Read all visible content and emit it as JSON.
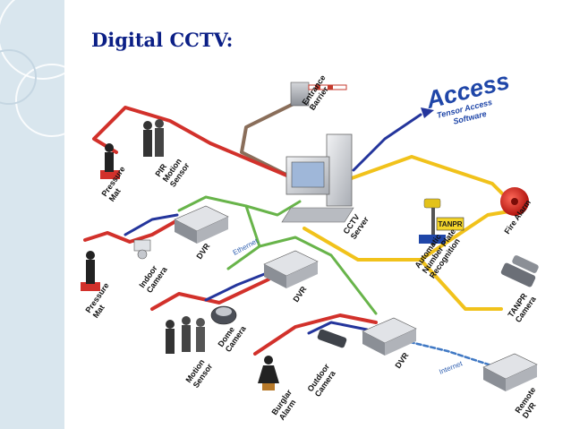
{
  "slide": {
    "title": "Digital CCTV:"
  },
  "access_brand": {
    "main": "Access",
    "sub_line1": "Tensor Access",
    "sub_line2": "Software"
  },
  "labels": {
    "entrance_barrier": [
      "Entrance",
      "Barrier"
    ],
    "pressure_mat_top": [
      "Pressure",
      "Mat"
    ],
    "pir_motion_sensor": [
      "PIR",
      "Motion",
      "Sensor"
    ],
    "cctv_server": [
      "CCTV",
      "Server"
    ],
    "fire_alarm": [
      "Fire Alarm"
    ],
    "anpr": [
      "Automatic",
      "Number Plate",
      "Recognition"
    ],
    "anpr_sign": "TANPR",
    "dvr_top": [
      "DVR"
    ],
    "indoor_camera": [
      "Indoor",
      "Camera"
    ],
    "pressure_mat_left": [
      "Pressure",
      "Mat"
    ],
    "dvr_middle": [
      "DVR"
    ],
    "dome_camera": [
      "Dome",
      "Camera"
    ],
    "motion_sensor": [
      "Motion",
      "Sensor"
    ],
    "anpr_camera": [
      "TANPR",
      "Camera"
    ],
    "dvr_bottom": [
      "DVR"
    ],
    "outdoor_camera": [
      "Outdoor",
      "Camera"
    ],
    "burglar_alarm": [
      "Burglar",
      "Alarm"
    ],
    "remote_dvr": [
      "Remote",
      "DVR"
    ],
    "ethernet": "Ethernet",
    "internet": "Internet"
  },
  "colors": {
    "title": "#0b1f86",
    "access_brand": "#1f46a8",
    "link_red": "#d2312b",
    "link_green": "#68b44a",
    "link_yellow": "#f1c21b",
    "link_blue": "#24359c",
    "link_brown": "#8a6e5a",
    "link_internet": "#3f78c4",
    "side_band": "#d9e6ee"
  }
}
